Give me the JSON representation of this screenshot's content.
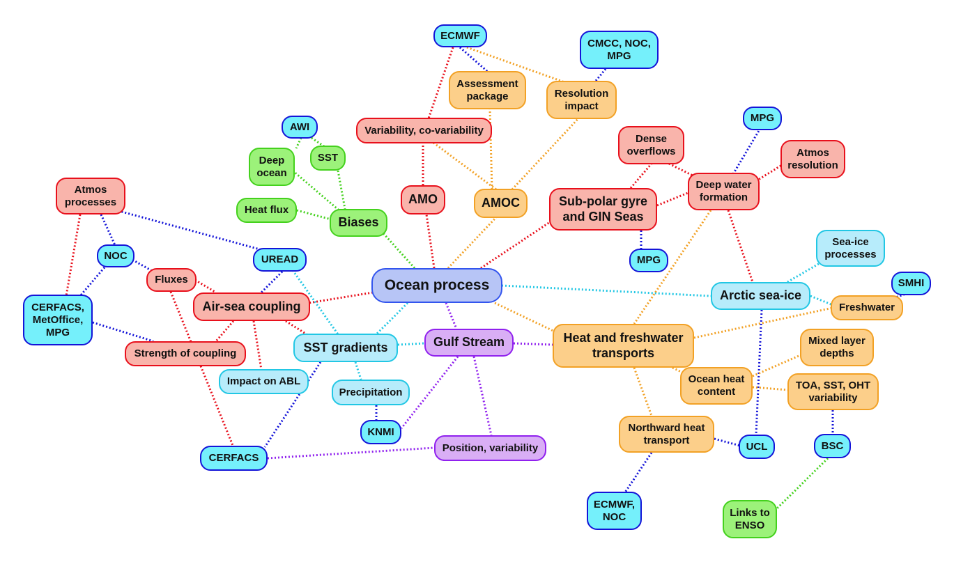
{
  "colors": {
    "red_line": "#e8101c",
    "orange_line": "#f2a125",
    "green_line": "#44d11d",
    "blue_line": "#1414d8",
    "cyan_line": "#22c7e4",
    "purple_line": "#9021ee"
  },
  "nodes": {
    "ocean_process": "Ocean process",
    "air_sea_coupling": "Air-sea coupling",
    "strength_of_coupling": "Strength of coupling",
    "fluxes": "Fluxes",
    "atmos_processes": "Atmos processes",
    "noc_left": "NOC",
    "cerfacs_metoffice_mpg": "CERFACS, MetOffice, MPG",
    "uread": "UREAD",
    "impact_on_abl": "Impact on ABL",
    "cerfacs_bottom": "CERFACS",
    "biases": "Biases",
    "awi": "AWI",
    "deep_ocean": "Deep ocean",
    "sst": "SST",
    "heat_flux": "Heat flux",
    "sst_gradients": "SST gradients",
    "precipitation": "Precipitation",
    "knmi": "KNMI",
    "gulf_stream": "Gulf Stream",
    "position_variability": "Position, variability",
    "amo": "AMO",
    "amoc": "AMOC",
    "variability_covariability": "Variability, co-variability",
    "ecmwf_top": "ECMWF",
    "assessment_package": "Assessment package",
    "resolution_impact": "Resolution impact",
    "cmcc_noc_mpg": "CMCC, NOC, MPG",
    "subpolar_gyre": "Sub-polar gyre and GIN Seas",
    "dense_overflows": "Dense overflows",
    "deep_water_formation": "Deep water formation",
    "mpg_top": "MPG",
    "atmos_resolution": "Atmos resolution",
    "mpg_mid": "MPG",
    "arctic_sea_ice": "Arctic sea-ice",
    "sea_ice_processes": "Sea-ice processes",
    "freshwater": "Freshwater",
    "smhi": "SMHI",
    "heat_freshwater_transports": "Heat and freshwater transports",
    "mixed_layer_depths": "Mixed layer depths",
    "ocean_heat_content": "Ocean heat content",
    "toa_sst_oht": "TOA, SST, OHT variability",
    "northward_heat_transport": "Northward heat transport",
    "ucl": "UCL",
    "bsc": "BSC",
    "ecmwf_noc": "ECMWF, NOC",
    "links_to_enso": "Links to ENSO"
  }
}
